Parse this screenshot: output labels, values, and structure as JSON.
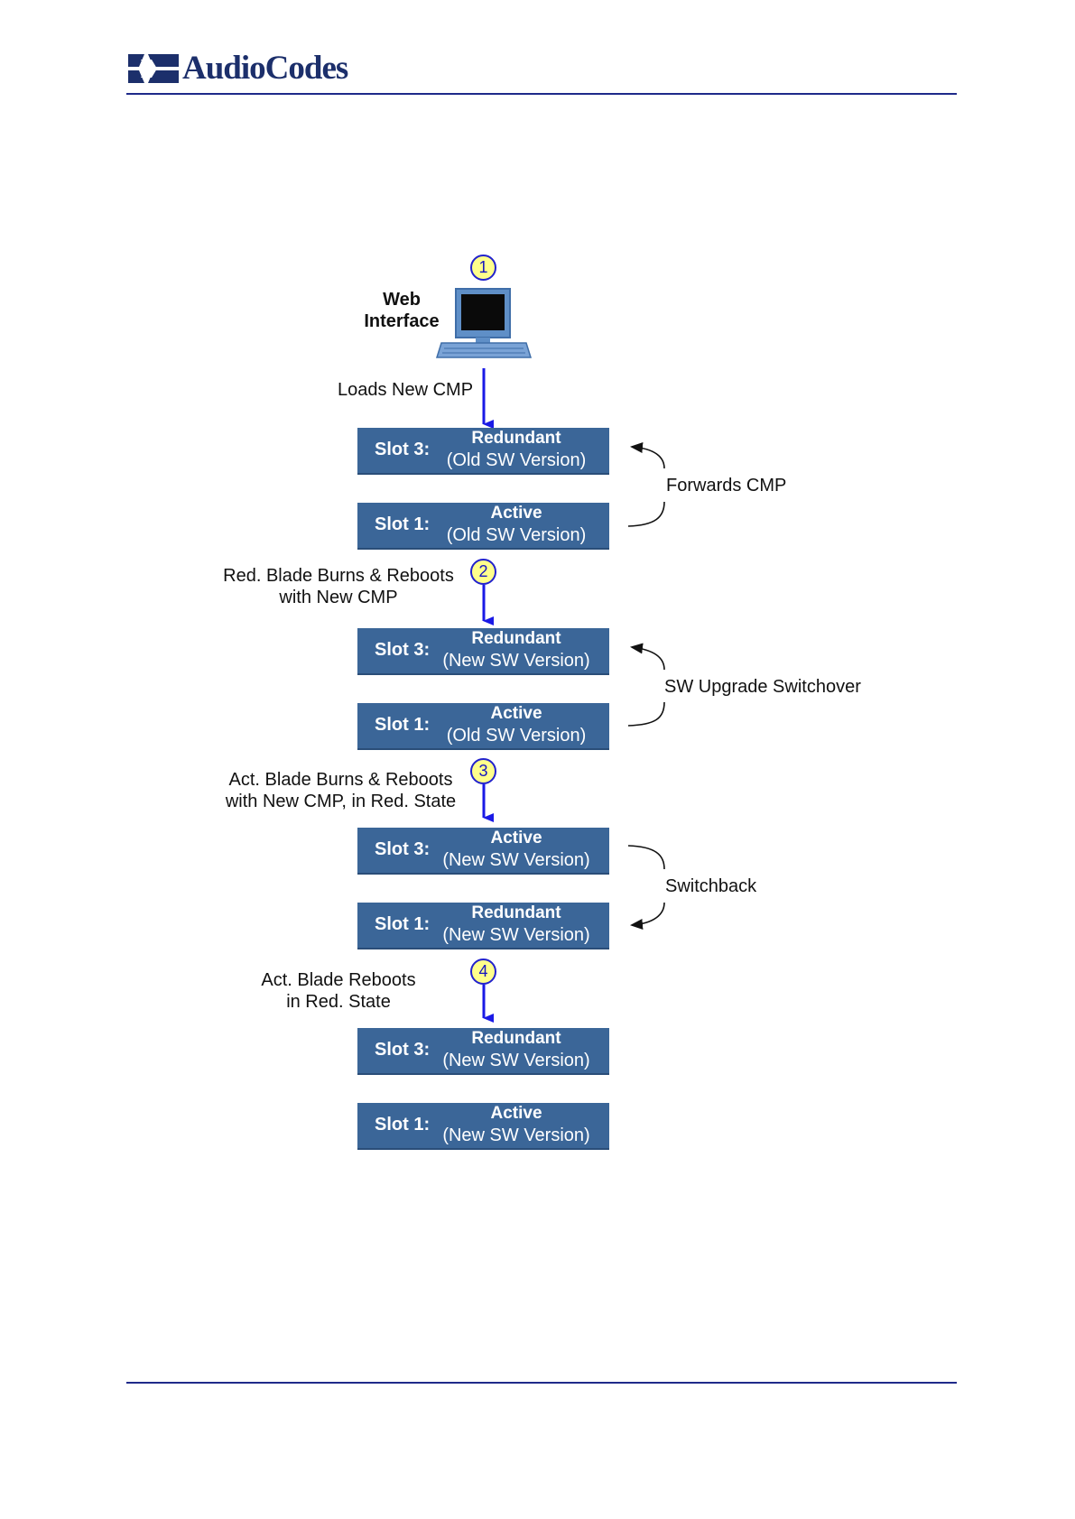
{
  "header": {
    "brand": "AudioCodes"
  },
  "diagram_data": {
    "web_interface": [
      "Web",
      "Interface"
    ],
    "steps": [
      "1",
      "2",
      "3",
      "4"
    ],
    "flow_labels": {
      "loads": "Loads New CMP",
      "step2": [
        "Red. Blade Burns & Reboots",
        "with New CMP"
      ],
      "step3": [
        "Act. Blade Burns & Reboots",
        "with New CMP, in Red. State"
      ],
      "step4": [
        "Act. Blade Reboots",
        "in Red. State"
      ]
    },
    "side_labels": {
      "forwards": "Forwards CMP",
      "switchover": "SW Upgrade Switchover",
      "switchback": "Switchback"
    },
    "blocks": [
      {
        "slot": "Slot 3:",
        "role": "Redundant",
        "version": "(Old SW Version)"
      },
      {
        "slot": "Slot 1:",
        "role": "Active",
        "version": "(Old SW Version)"
      },
      {
        "slot": "Slot 3:",
        "role": "Redundant",
        "version": "(New SW Version)"
      },
      {
        "slot": "Slot 1:",
        "role": "Active",
        "version": "(Old SW Version)"
      },
      {
        "slot": "Slot 3:",
        "role": "Active",
        "version": "(New SW Version)"
      },
      {
        "slot": "Slot 1:",
        "role": "Redundant",
        "version": "(New SW Version)"
      },
      {
        "slot": "Slot 3:",
        "role": "Redundant",
        "version": "(New SW Version)"
      },
      {
        "slot": "Slot 1:",
        "role": "Active",
        "version": "(New SW Version)"
      }
    ],
    "colors": {
      "block": "#3b6698",
      "flow_arrow": "#1a1ae6",
      "step_fill": "#ffff8c",
      "rule": "#1f2a8a"
    }
  }
}
